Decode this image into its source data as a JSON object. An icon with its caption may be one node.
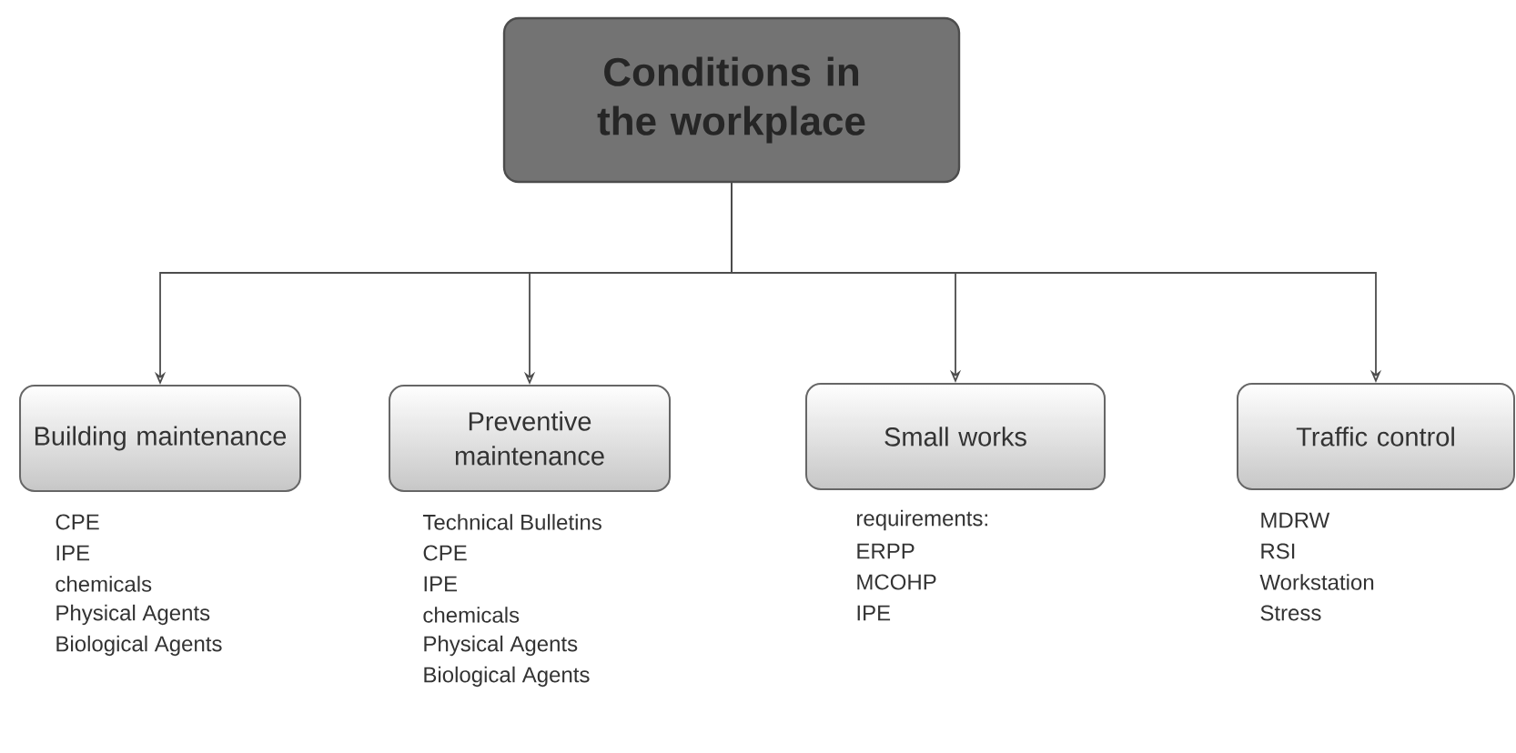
{
  "diagram": {
    "nodes": [
      {
        "text": [
          "Conditions in the workplace"
        ]
      },
      {
        "text": [
          "Building maintenance"
        ],
        "beside": [
          "CPE",
          "IPE",
          "chemicals",
          "Physical Agents",
          "Biological Agents"
        ]
      },
      {
        "text": [
          "Preventive maintenance"
        ],
        "beside": [
          "Technical Bulletins",
          "CPE",
          "IPE",
          "chemicals",
          "Physical Agents",
          "Biological Agents"
        ]
      },
      {
        "text": [
          "Small works"
        ],
        "beside": [
          "requirements:",
          "ERPP",
          "MCOHP",
          "IPE"
        ]
      },
      {
        "text": [
          "Traffic control"
        ],
        "beside": [
          "MDRW",
          "RSI",
          "Workstation",
          "Stress"
        ]
      }
    ],
    "edges": [
      {
        "from": 0,
        "to": 1,
        "arrow": "to"
      },
      {
        "from": 0,
        "to": 2,
        "arrow": "to"
      },
      {
        "from": 0,
        "to": 3,
        "arrow": "to"
      },
      {
        "from": 0,
        "to": 4,
        "arrow": "to"
      }
    ]
  }
}
